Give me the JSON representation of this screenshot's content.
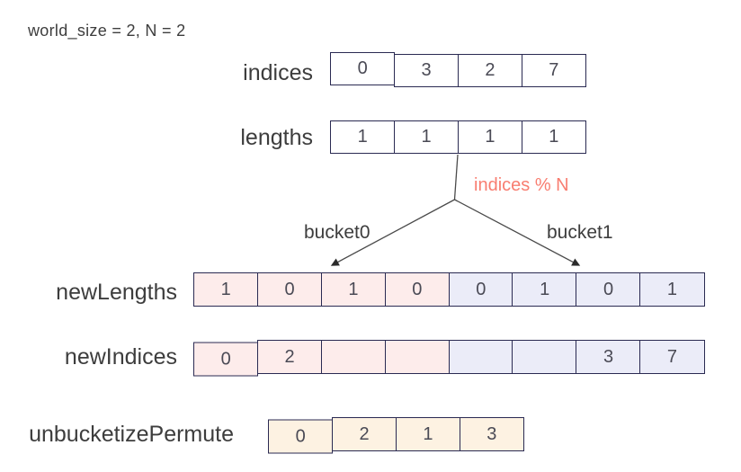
{
  "title": "world_size = 2, N = 2",
  "rows": {
    "indices": {
      "label": "indices",
      "cells": [
        "0",
        "3",
        "2",
        "7"
      ]
    },
    "lengths": {
      "label": "lengths",
      "cells": [
        "1",
        "1",
        "1",
        "1"
      ]
    },
    "newLengths": {
      "label": "newLengths",
      "cells": [
        "1",
        "0",
        "1",
        "0",
        "0",
        "1",
        "0",
        "1"
      ]
    },
    "newIndices": {
      "label": "newIndices",
      "cells": [
        "0",
        "2",
        "",
        "",
        "",
        "",
        "3",
        "7"
      ]
    },
    "unbucketizePermute": {
      "label": "unbucketizePermute",
      "cells": [
        "0",
        "2",
        "1",
        "3"
      ]
    }
  },
  "annotations": {
    "modulo": "indices % N",
    "bucket0": "bucket0",
    "bucket1": "bucket1"
  },
  "colors": {
    "bucket0_fill": "#fdeceb",
    "bucket1_fill": "#ebecf8",
    "permute_fill": "#fdf2e2",
    "cell_border": "#2a2a52",
    "modulo_text": "#f87d70",
    "label_text": "#3d3d3d",
    "arrow_line": "#4a4a4a"
  }
}
